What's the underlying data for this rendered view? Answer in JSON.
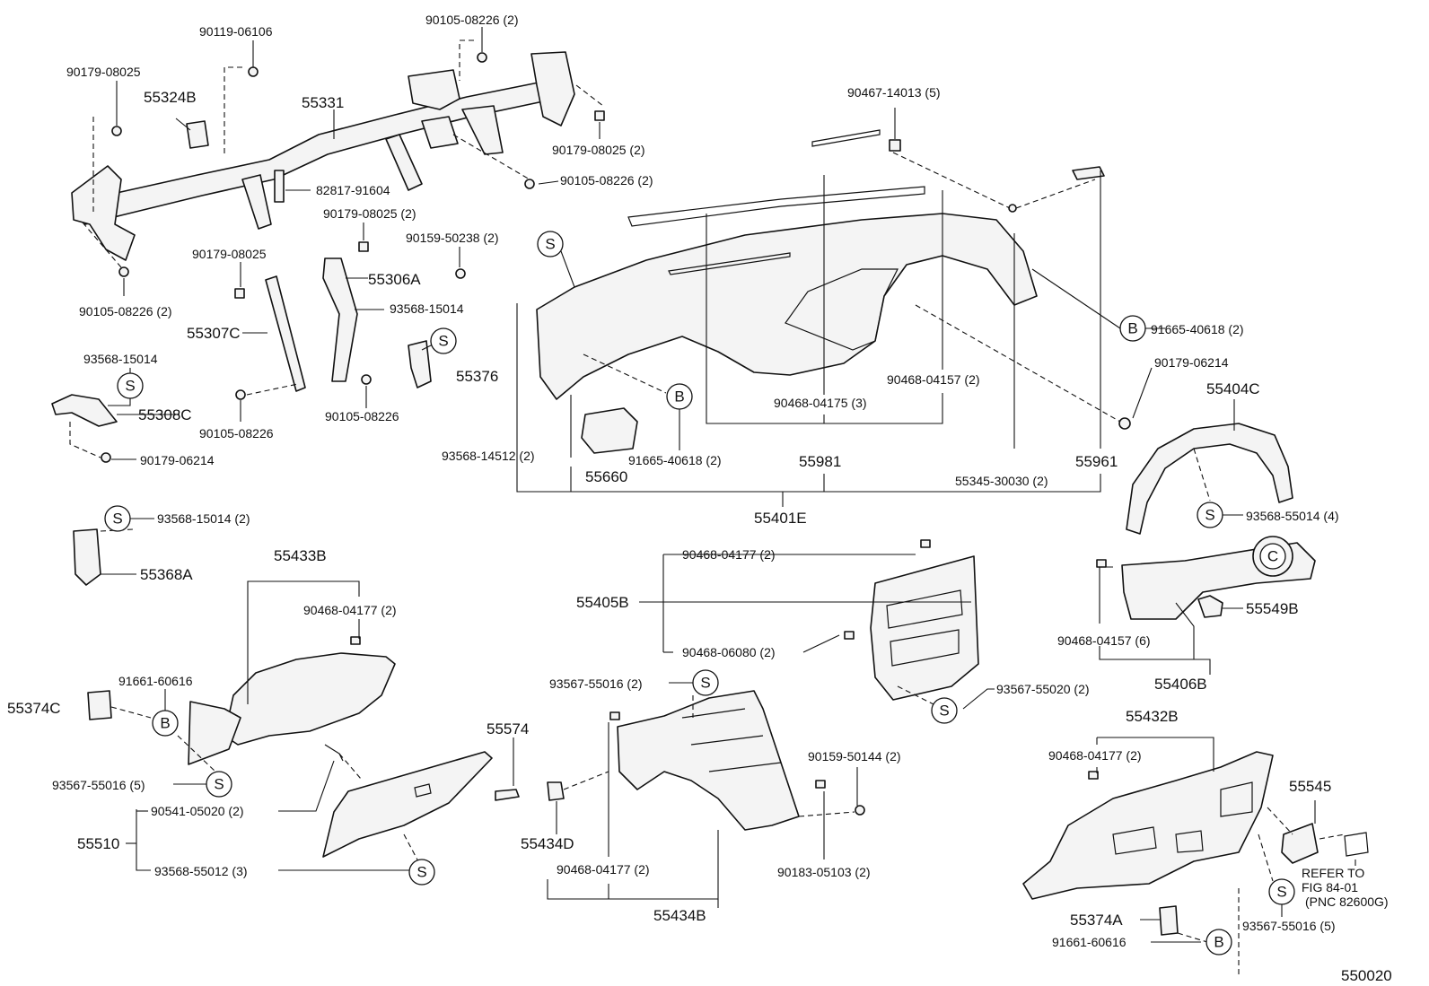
{
  "labels": {
    "p90119_06106": "90119-06106",
    "p90105_08226_2_top": "90105-08226 (2)",
    "p90179_08025_a": "90179-08025",
    "p55324B": "55324B",
    "p55331": "55331",
    "p90179_08025_2_right": "90179-08025 (2)",
    "p90105_08226_2_mid": "90105-08226 (2)",
    "p82817_91604": "82817-91604",
    "p90179_08025_2_mid": "90179-08025 (2)",
    "p90159_50238_2": "90159-50238 (2)",
    "p90179_08025_b": "90179-08025",
    "p55306A": "55306A",
    "p93568_15014_mid": "93568-15014",
    "p55307C": "55307C",
    "p90105_08226_2_left": "90105-08226 (2)",
    "p93568_15014_left": "93568-15014",
    "p55376": "55376",
    "p55308C": "55308C",
    "p90105_08226_a": "90105-08226",
    "p90105_08226_b": "90105-08226",
    "p90179_06214_left": "90179-06214",
    "p90467_14013_5": "90467-14013 (5)",
    "p91665_40618_2_right": "91665-40618 (2)",
    "p90179_06214_right": "90179-06214",
    "p90468_04157_2": "90468-04157 (2)",
    "p90468_04175_3": "90468-04175 (3)",
    "p93568_14512_2": "93568-14512 (2)",
    "p91665_40618_2_mid": "91665-40618 (2)",
    "p55981": "55981",
    "p55345_30030_2": "55345-30030 (2)",
    "p55961": "55961",
    "p55660": "55660",
    "p55401E": "55401E",
    "p55404C": "55404C",
    "p93568_55014_4": "93568-55014 (4)",
    "p93568_15014_2": "93568-15014 (2)",
    "p55368A": "55368A",
    "p55433B": "55433B",
    "p90468_04177_2_a": "90468-04177 (2)",
    "p91661_60616_a": "91661-60616",
    "p55374C": "55374C",
    "p93567_55016_5_a": "93567-55016 (5)",
    "p55574": "55574",
    "p90541_05020_2": "90541-05020 (2)",
    "p55510": "55510",
    "p93568_55012_3": "93568-55012 (3)",
    "p90468_04177_2_b": "90468-04177 (2)",
    "p55405B": "55405B",
    "p90468_06080_2": "90468-06080 (2)",
    "p93567_55020_2": "93567-55020 (2)",
    "p93567_55016_2": "93567-55016 (2)",
    "p90159_50144_2": "90159-50144 (2)",
    "p55434D": "55434D",
    "p90468_04177_2_c": "90468-04177 (2)",
    "p90183_05103_2": "90183-05103 (2)",
    "p55434B": "55434B",
    "p55549B": "55549B",
    "p90468_04157_6": "90468-04157 (6)",
    "p55406B": "55406B",
    "p55432B": "55432B",
    "p90468_04177_2_d": "90468-04177 (2)",
    "p55545": "55545",
    "refer_1": "REFER TO",
    "refer_2": "FIG 84-01",
    "refer_3": "(PNC 82600G)",
    "p93567_55016_5_b": "93567-55016 (5)",
    "p55374A": "55374A",
    "p91661_60616_b": "91661-60616",
    "fig_code": "550020"
  },
  "markers": {
    "s": "S",
    "b": "B",
    "c": "C"
  }
}
